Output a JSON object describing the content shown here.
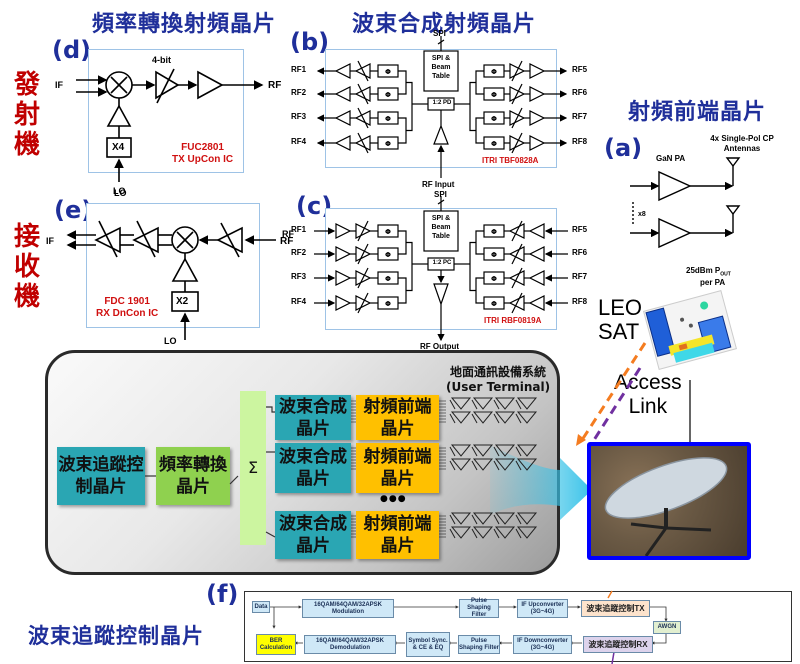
{
  "titles": {
    "freq_conv": "頻率轉換射頻晶片",
    "beamformer": "波束合成射頻晶片",
    "rf_frontend": "射頻前端晶片",
    "beam_tracking": "波束追蹤控制晶片"
  },
  "side_labels": {
    "tx": [
      "發",
      "射",
      "機"
    ],
    "rx": [
      "接",
      "收",
      "機"
    ]
  },
  "panel_letters": {
    "a": "(a)",
    "b": "(b)",
    "c": "(c)",
    "d": "(d)",
    "e": "(e)",
    "f": "(f)"
  },
  "chip_d": {
    "if_label": "IF",
    "rf_label": "RF",
    "lo_label": "LO",
    "bit_label": "4-bit",
    "mult_label": "X4",
    "part": "FUC2801",
    "desc": "TX UpCon IC"
  },
  "chip_e": {
    "if_label": "IF",
    "rf_label": "RF",
    "lo_label": "LO",
    "lo_top_label": "LO",
    "mult_label": "X2",
    "part": "FDC 1901",
    "desc": "RX DnCon IC"
  },
  "chip_b": {
    "spi": "SPI",
    "table": "SPI & Beam Table",
    "divider": "1:2 PD",
    "phase": "Φ",
    "left_ports": [
      "RF1",
      "RF2",
      "RF3",
      "RF4"
    ],
    "right_ports": [
      "RF5",
      "RF6",
      "RF7",
      "RF8"
    ],
    "input": "RF Input",
    "part": "ITRI TBF0828A"
  },
  "chip_c": {
    "input_top": "RF Input",
    "spi": "SPI",
    "table": "SPI & Beam Table",
    "combiner": "1:2 PC",
    "phase": "Φ",
    "left_ports": [
      "RF1",
      "RF2",
      "RF3",
      "RF4"
    ],
    "right_ports": [
      "RF5",
      "RF6",
      "RF7",
      "RF8"
    ],
    "output": "RF Output",
    "part": "ITRI RBF0819A",
    "rf_label": "RF"
  },
  "chip_a": {
    "antennas": "4x Single-Pol CP Antennas",
    "pa": "GaN PA",
    "multiplier": "x8",
    "pout": "25dBm P",
    "pout_sub": "OUT",
    "per": "per PA"
  },
  "satellite": {
    "line1": "LEO",
    "line2": "SAT",
    "link1": "Access",
    "link2": "Link"
  },
  "terminal": {
    "title1": "地面通訊設備系統",
    "title2": "(User Terminal)",
    "tracking_block": "波束追蹤控制晶片",
    "freq_block": "頻率轉換晶片",
    "sigma": "Σ",
    "beamformer_block": "波束合成晶片",
    "frontend_block": "射頻前端晶片",
    "ellipsis": "●●●"
  },
  "flow_f": {
    "data": "Data",
    "modulation": "16QAM/64QAM/32APSK Modulation",
    "pulse_tx": "Pulse Shaping Filter",
    "upconv": "IF Upconverter (3G~4G)",
    "tx_chip": "波束追蹤控制TX",
    "awgn": "AWGN",
    "rx_chip": "波束追蹤控制RX",
    "downconv": "IF Downconverter (3G~4G)",
    "pulse_rx": "Pulse Shaping Filter",
    "sync": "Symbol Sync. & CE & EQ",
    "demod": "16QAM/64QAM/32APSK Demodulation",
    "ber": "BER Calculation"
  },
  "colors": {
    "title_blue": "#1f2f9a",
    "side_red": "#c00000",
    "teal": "#2aa6b3",
    "green": "#8fd14f",
    "yellow": "#ffc000",
    "sigma_bg": "#ccf5a0",
    "tx_orange": "#f47c20",
    "rx_purple": "#7030a0",
    "photo_border": "#0000ff"
  }
}
